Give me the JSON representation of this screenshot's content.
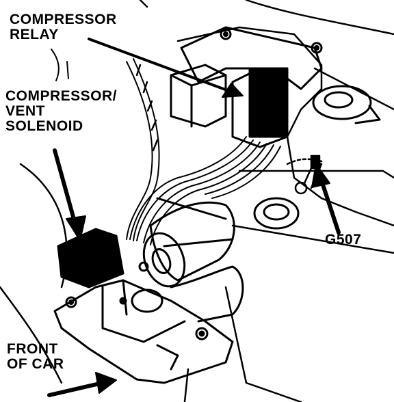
{
  "labels": {
    "compressor_relay": [
      "COMPRESSOR",
      "RELAY"
    ],
    "compressor_vent_solenoid": [
      "COMPRESSOR/",
      "VENT",
      "SOLENOID"
    ],
    "ground": "G507",
    "front_of_car": [
      "FRONT",
      "OF CAR"
    ]
  },
  "colors": {
    "ink": "#000000",
    "paper": "#ffffff"
  }
}
